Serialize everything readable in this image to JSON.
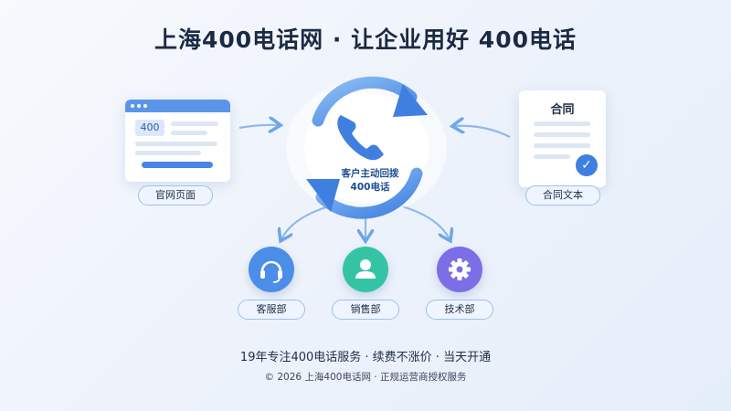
{
  "header": {
    "title": "上海400电话网 · 让企业用好 400电话"
  },
  "left_card": {
    "badge": "400",
    "label": "官网页面"
  },
  "right_card": {
    "title": "合同",
    "label": "合同文本"
  },
  "center": {
    "line1": "客户主动回拨",
    "line2": "400电话"
  },
  "departments": [
    {
      "label": "客服部",
      "icon": "headset-icon",
      "color": "#4a8ee8"
    },
    {
      "label": "销售部",
      "icon": "person-icon",
      "color": "#34c4a4"
    },
    {
      "label": "技术部",
      "icon": "gear-icon",
      "color": "#7b6ee6"
    }
  ],
  "footer": {
    "tagline": "19年专注400电话服务 · 续费不涨价 · 当天开通",
    "copyright": "© 2026 上海400电话网 · 正规运营商授权服务"
  },
  "colors": {
    "accent": "#3f7fe0",
    "arrow": "#8db8ec",
    "text": "#1b2a44"
  }
}
